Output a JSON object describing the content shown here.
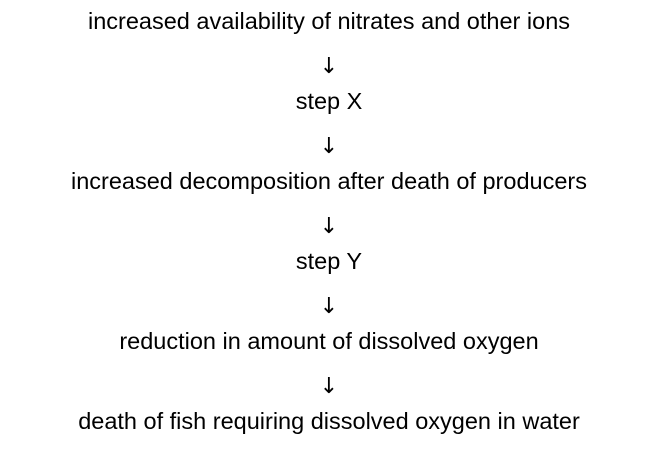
{
  "steps": [
    "increased availability of nitrates and other ions",
    "step X",
    "increased decomposition after death of producers",
    "step Y",
    "reduction in amount of dissolved oxygen",
    "death of fish requiring dissolved oxygen in water"
  ],
  "arrow": "↓"
}
